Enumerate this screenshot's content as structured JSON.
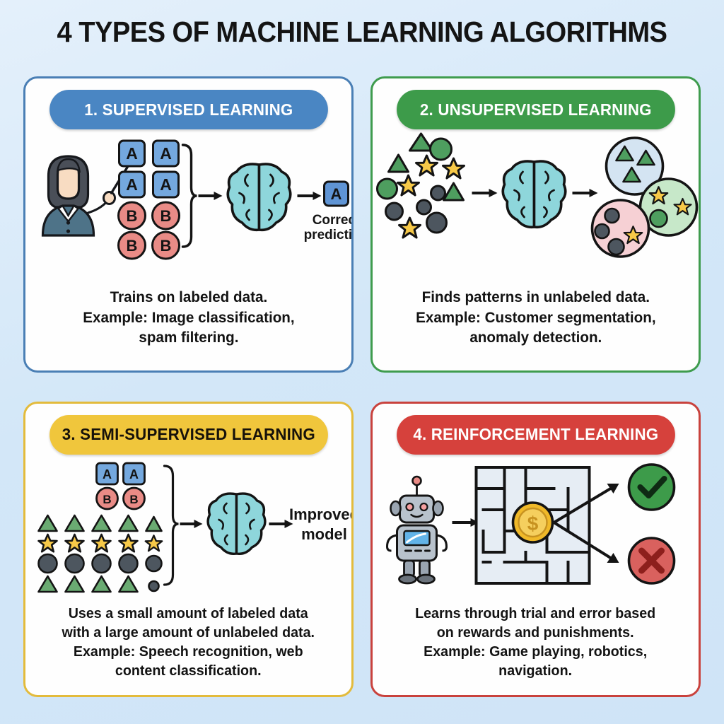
{
  "title": "4 TYPES OF MACHINE LEARNING ALGORITHMS",
  "background_color": "#d6e9f8",
  "cards": [
    {
      "number": "1.",
      "heading": "1. SUPERVISED LEARNING",
      "accent_color": "#4a86c3",
      "border_color": "#4a7fb5",
      "description": "Trains on labeled data.\nExample: Image classification,\nspam filtering.",
      "illustration": {
        "name": "supervised-learning-diagram",
        "elements": [
          "teacher-icon",
          "pointer-stick",
          "labeled-data-grid",
          "brace",
          "arrow",
          "brain-icon",
          "arrow",
          "prediction-tile"
        ],
        "labeled_tiles": [
          "A",
          "A",
          "A",
          "A",
          "B",
          "B",
          "B",
          "B"
        ],
        "output_tile_label": "A",
        "output_caption": "Correct\nprediction"
      }
    },
    {
      "number": "2.",
      "heading": "2. UNSUPERVISED LEARNING",
      "accent_color": "#3d9b4a",
      "border_color": "#3f9c4e",
      "description": "Finds patterns in unlabeled data.\nExample: Customer segmentation,\nanomaly detection.",
      "illustration": {
        "name": "unsupervised-learning-diagram",
        "elements": [
          "scattered-shapes",
          "arrow",
          "brain-icon",
          "arrow",
          "cluster-circles"
        ],
        "scatter_shapes": [
          "triangle",
          "triangle",
          "circle",
          "circle",
          "star",
          "star",
          "star",
          "star",
          "circle",
          "circle",
          "circle",
          "triangle",
          "circle"
        ],
        "clusters": [
          {
            "fill": "#d4e4f2",
            "contents": [
              "triangle",
              "triangle",
              "triangle"
            ]
          },
          {
            "fill": "#c7e8c9",
            "contents": [
              "star",
              "star",
              "circle"
            ]
          },
          {
            "fill": "#f6d0d4",
            "contents": [
              "circle",
              "circle",
              "circle",
              "star"
            ]
          }
        ]
      }
    },
    {
      "number": "3.",
      "heading": "3. SEMI-SUPERVISED LEARNING",
      "accent_color": "#f0c63c",
      "border_color": "#e3bb3c",
      "description": "Uses a small amount of labeled data\nwith a large amount of unlabeled data.\nExample: Speech recognition, web\ncontent classification.",
      "illustration": {
        "name": "semi-supervised-learning-diagram",
        "elements": [
          "labeled-tiles",
          "unlabeled-shape-grid",
          "brace",
          "arrow",
          "brain-icon",
          "arrow",
          "output-caption"
        ],
        "labeled_tiles": [
          "A",
          "A",
          "B",
          "B"
        ],
        "unlabeled_rows": [
          "triangle",
          "star",
          "circle",
          "triangle"
        ],
        "unlabeled_per_row": 5,
        "output_caption": "Improved\nmodel"
      }
    },
    {
      "number": "4.",
      "heading": "4. REINFORCEMENT LEARNING",
      "accent_color": "#d6413c",
      "border_color": "#c9423d",
      "description": "Learns through trial and error based\non rewards and punishments.\nExample: Game playing, robotics,\nnavigation.",
      "illustration": {
        "name": "reinforcement-learning-diagram",
        "elements": [
          "robot-icon",
          "arrow",
          "maze",
          "coin-icon",
          "arrow-up",
          "check-badge",
          "arrow-down",
          "cross-badge"
        ],
        "coin_symbol": "$",
        "reward_badge": "check",
        "punishment_badge": "cross"
      }
    }
  ]
}
